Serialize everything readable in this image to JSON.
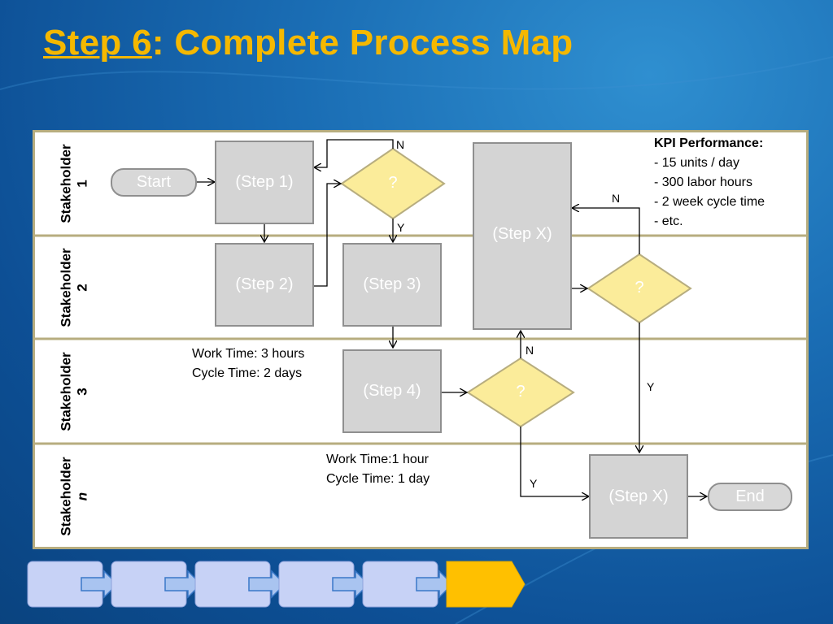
{
  "title": {
    "step": "Step 6",
    "rest": ": Complete Process Map"
  },
  "lanes": [
    {
      "name": "Stakeholder",
      "num": "1"
    },
    {
      "name": "Stakeholder",
      "num": "2"
    },
    {
      "name": "Stakeholder",
      "num": "3"
    },
    {
      "name": "Stakeholder",
      "num": "n"
    }
  ],
  "nodes": {
    "start": "Start",
    "step1": "(Step 1)",
    "step2": "(Step 2)",
    "step3": "(Step 3)",
    "step4": "(Step 4)",
    "stepx_top": "(Step X)",
    "stepx_bottom": "(Step X)",
    "end": "End",
    "decision": "?"
  },
  "branch_labels": {
    "no": "N",
    "yes": "Y"
  },
  "kpi": {
    "heading": "KPI Performance:",
    "lines": [
      "- 15 units / day",
      "- 300 labor hours",
      "- 2 week cycle time",
      "- etc."
    ]
  },
  "notes": {
    "lane3": [
      "Work Time: 3 hours",
      "Cycle Time: 2 days"
    ],
    "lane4": [
      "Work Time:1 hour",
      "Cycle Time: 1 day"
    ]
  },
  "colors": {
    "title": "#f5b800",
    "box_fill": "#d4d4d4",
    "decision_fill": "#fbec9a",
    "lane_border": "#b7ad7f",
    "nav_inactive": "#c7d2f6",
    "nav_active": "#ffc000"
  },
  "nav_steps": {
    "total": 6,
    "active": 6
  }
}
